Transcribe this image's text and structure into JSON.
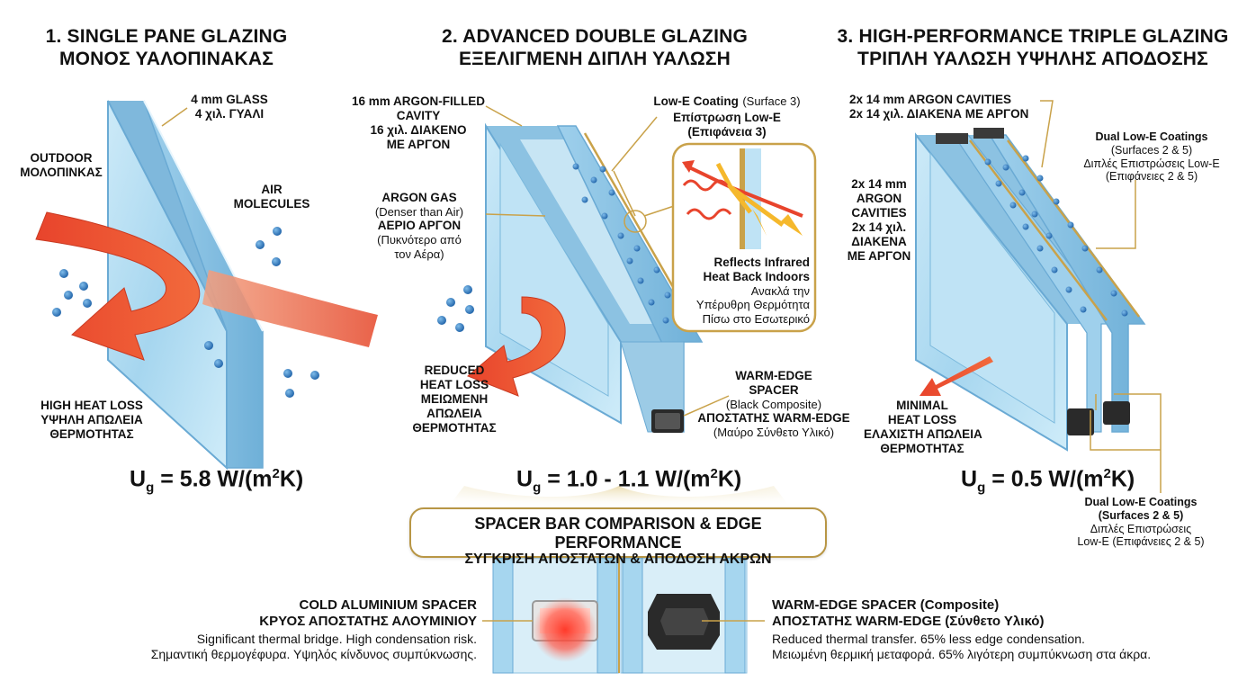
{
  "colors": {
    "glass": "#a8d8f0",
    "glass_edge": "#6aaad4",
    "arrow_red": "#e8442c",
    "gold": "#c9a24a",
    "molecule": "#2a78c0",
    "spacer_dark": "#2a2a2a"
  },
  "panel1": {
    "title": "1. SINGLE PANE GLAZING",
    "title_gr": "ΜΟΝΟΣ ΥΑΛΟΠΙΝΑΚΑΣ",
    "glass_label": "4 mm GLASS",
    "glass_label_gr": "4 χιλ. ΓΥΑΛΙ",
    "outdoor": "OUTDOOR",
    "outdoor_gr": "ΜΟΛΟΠΙΝΚΑΣ",
    "air": "AIR",
    "air2": "MOLECULES",
    "loss1": "HIGH HEAT LOSS",
    "loss2": "ΥΨΗΛΗ ΑΠΩΛΕΙΑ",
    "loss3": "ΘΕΡΜΟΤΗΤΑΣ",
    "ug_value": "= 5.8 W/(m",
    "ug_unit": "K)"
  },
  "panel2": {
    "title": "2. ADVANCED DOUBLE GLAZING",
    "title_gr": "ΕΞΕΛΙΓΜΕΝΗ ΔΙΠΛΗ ΥΑΛΩΣΗ",
    "cavity1": "16 mm ARGON-FILLED",
    "cavity2": "CAVITY",
    "cavity3": "16 χιλ. ΔΙΑΚΕΝΟ",
    "cavity4": "ΜΕ ΑΡΓΟΝ",
    "argon1": "ARGON GAS",
    "argon2": "(Denser than Air)",
    "argon3": "ΑΕΡΙΟ ΑΡΓΟΝ",
    "argon4": "(Πυκνότερο από",
    "argon5": "τον Αέρα)",
    "lowe1": "Low-E Coating",
    "lowe1b": "(Surface 3)",
    "lowe2": "Επίστρωση Low-E",
    "lowe3": "(Επιφάνεια 3)",
    "reflect1": "Reflects Infrared",
    "reflect2": "Heat Back Indoors",
    "reflect3": "Ανακλά την",
    "reflect4": "Υπέρυθρη Θερμότητα",
    "reflect5": "Πίσω στο Εσωτερικό",
    "loss1": "REDUCED",
    "loss2": "HEAT LOSS",
    "loss3": "ΜΕΙΩΜΕΝΗ",
    "loss4": "ΑΠΩΛΕΙΑ",
    "loss5": "ΘΕΡΜΟΤΗΤΑΣ",
    "spacer1": "WARM-EDGE",
    "spacer2": "SPACER",
    "spacer3": "(Black Composite)",
    "spacer4": "ΑΠΟΣΤΑΤΗΣ WARM-EDGE",
    "spacer5": "(Μαύρο Σύνθετο Υλικό)",
    "ug_value": "= 1.0 - 1.1 W/(m",
    "ug_unit": "K)"
  },
  "panel3": {
    "title": "3. HIGH-PERFORMANCE TRIPLE GLAZING",
    "title_gr": "ΤΡΙΠΛΗ ΥΑΛΩΣΗ ΥΨΗΛΗΣ ΑΠΟΔΟΣΗΣ",
    "cav_top1": "2x 14 mm ARGON CAVITIES",
    "cav_top2": "2x 14 χιλ. ΔΙΑΚΕΝΑ ΜΕ ΑΡΓΟΝ",
    "cav_left1": "2x 14 mm",
    "cav_left2": "ARGON",
    "cav_left3": "CAVITIES",
    "cav_left4": "2x 14 χιλ.",
    "cav_left5": "ΔΙΑΚΕΝΑ",
    "cav_left6": "ΜΕ ΑΡΓΟΝ",
    "dual1": "Dual Low-E Coatings",
    "dual2": "(Surfaces 2 & 5)",
    "dual3": "Διπλές Επιστρώσεις Low-E",
    "dual4": "(Επιφάνειες 2 & 5)",
    "loss1": "MINIMAL",
    "loss2": "HEAT LOSS",
    "loss3": "ΕΛΑΧΙΣΤΗ ΑΠΩΛΕΙΑ",
    "loss4": "ΘΕΡΜΟΤΗΤΑΣ",
    "ug_value": "= 0.5 W/(m",
    "ug_unit": "K)",
    "dualb1": "Dual Low-E Coatings",
    "dualb2": "(Surfaces 2 & 5)",
    "dualb3": "Διπλές Επιστρώσεις",
    "dualb4": "Low-E (Επιφάνειες 2 & 5)"
  },
  "ug_symbol": "U",
  "ug_subscript": "g",
  "ug_superscript": "2",
  "comparison": {
    "title": "SPACER BAR COMPARISON & EDGE PERFORMANCE",
    "title_gr": "ΣΥΓΚΡΙΣΗ ΑΠΟΣΤΑΤΩΝ & ΑΠΟΔΟΣΗ ΑΚΡΩΝ",
    "cold1": "COLD ALUMINIUM SPACER",
    "cold2": "ΚΡΥΟΣ ΑΠΟΣΤΑΤΗΣ ΑΛΟΥΜΙΝΙΟΥ",
    "cold3": "Significant thermal bridge. High condensation risk.",
    "cold4": "Σημαντική θερμογέφυρα. Υψηλός κίνδυνος συμπύκνωσης.",
    "warm1": "WARM-EDGE SPACER (Composite)",
    "warm2": "ΑΠΟΣΤΑΤΗΣ WARM-EDGE (Σύνθετο Υλικό)",
    "warm3": "Reduced thermal transfer. 65% less edge condensation.",
    "warm4": "Μειωμένη θερμική μεταφορά. 65% λιγότερη συμπύκνωση στα άκρα."
  }
}
